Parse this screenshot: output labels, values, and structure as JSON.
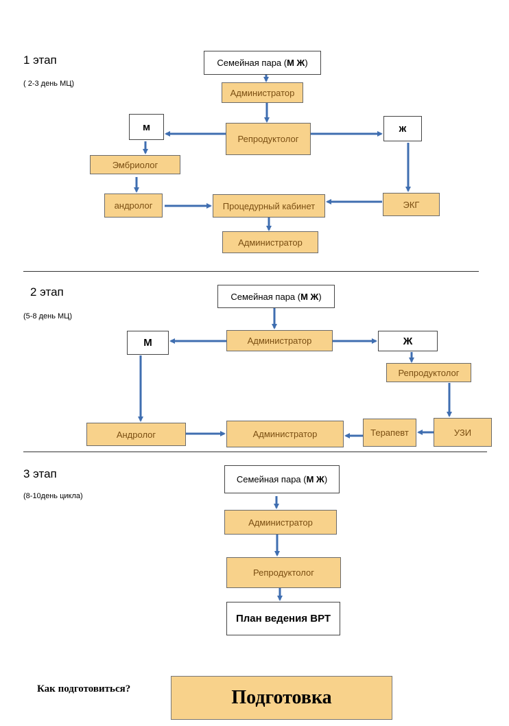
{
  "stage1": {
    "title": "1 этап",
    "subtitle": "( 2-3 день МЦ)",
    "couple": {
      "prefix": "Семейная пара (",
      "bold": "М Ж",
      "suffix": ")"
    },
    "administrator_top": "Администратор",
    "reproductologist": "Репродуктолог",
    "male": "м",
    "female": "ж",
    "embryologist": "Эмбриолог",
    "andrologist": "андролог",
    "procedure_room": "Процедурный кабинет",
    "ecg": "ЭКГ",
    "administrator_bottom": "Администратор"
  },
  "stage2": {
    "title": "2 этап",
    "subtitle": "(5-8 день МЦ)",
    "couple": {
      "prefix": "Семейная пара (",
      "bold": "М Ж",
      "suffix": ")"
    },
    "administrator_top": "Администратор",
    "male": "М",
    "female": "Ж",
    "reproductologist": "Репродуктолог",
    "andrologist": "Андролог",
    "administrator_bottom": "Администратор",
    "therapist": "Терапевт",
    "ultrasound": "УЗИ"
  },
  "stage3": {
    "title": "3 этап",
    "subtitle": "(8-10день цикла)",
    "couple": {
      "prefix": "Семейная пара (",
      "bold": "М Ж",
      "suffix": ")"
    },
    "administrator": "Администратор",
    "reproductologist": "Репродуктолог",
    "plan": "План ведения ВРТ"
  },
  "cta": {
    "question": "Как подготовиться?",
    "button_label": "Подготовка"
  },
  "colors": {
    "box_fill": "#f8d28b",
    "box_text": "#7a4e12",
    "arrow": "#3f6eb0"
  }
}
